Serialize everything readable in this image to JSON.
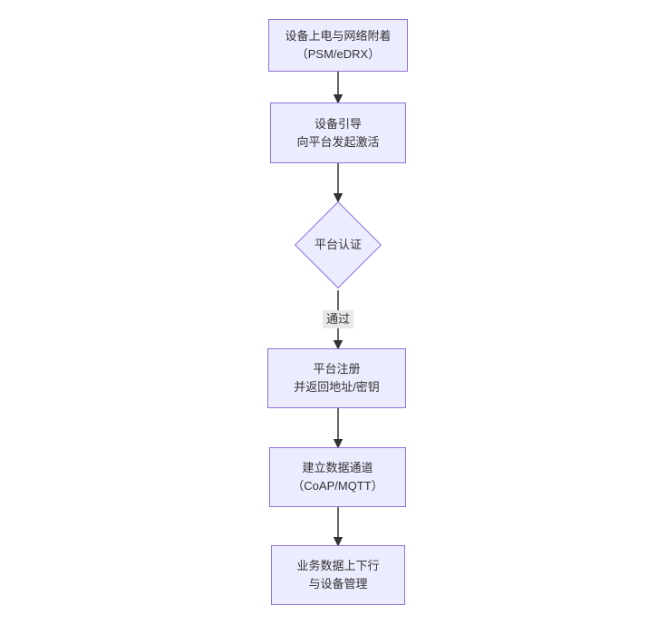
{
  "flowchart": {
    "colors": {
      "canvas_bg": "#ffffff",
      "node_fill": "#ECECFF",
      "node_border": "#9370DB",
      "text": "#333333",
      "edge": "#333333",
      "edge_label_bg": "#e8e8e8"
    },
    "nodes": [
      {
        "id": "device-attach",
        "shape": "rect",
        "lines": [
          "设备上电与网络附着",
          "（PSM/eDRX）"
        ]
      },
      {
        "id": "device-bootstrap",
        "shape": "rect",
        "lines": [
          "设备引导",
          "向平台发起激活"
        ]
      },
      {
        "id": "platform-auth",
        "shape": "diamond",
        "lines": [
          "平台认证"
        ]
      },
      {
        "id": "platform-register",
        "shape": "rect",
        "lines": [
          "平台注册",
          "并返回地址/密钥"
        ]
      },
      {
        "id": "data-channel",
        "shape": "rect",
        "lines": [
          "建立数据通道",
          "（CoAP/MQTT）"
        ]
      },
      {
        "id": "business-data",
        "shape": "rect",
        "lines": [
          "业务数据上下行",
          "与设备管理"
        ]
      }
    ],
    "edges": [
      {
        "from": "device-attach",
        "to": "device-bootstrap",
        "label": ""
      },
      {
        "from": "device-bootstrap",
        "to": "platform-auth",
        "label": ""
      },
      {
        "from": "platform-auth",
        "to": "platform-register",
        "label": "通过"
      },
      {
        "from": "platform-register",
        "to": "data-channel",
        "label": ""
      },
      {
        "from": "data-channel",
        "to": "business-data",
        "label": ""
      }
    ]
  }
}
